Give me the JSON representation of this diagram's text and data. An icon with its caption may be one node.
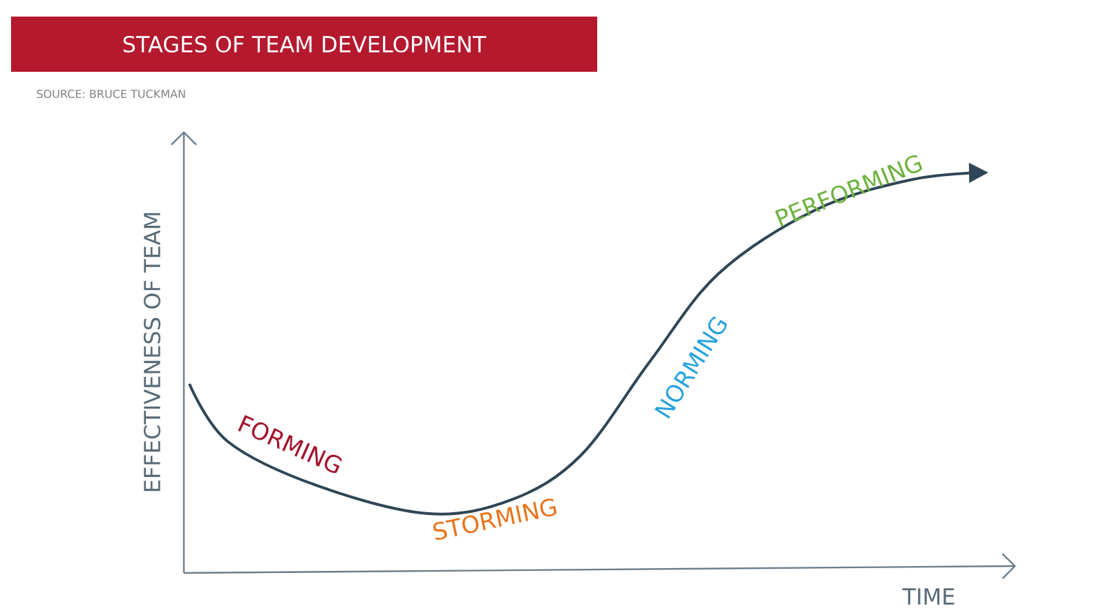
{
  "diagram": {
    "title": "STAGES OF TEAM DEVELOPMENT",
    "labels": [
      "SOURCE: BRUCE TUCKMAN",
      "EFFECTIVENESS OF TEAM",
      "TIME",
      "FORMING",
      "STORMING",
      "NORMING",
      "PERFORMING"
    ]
  }
}
